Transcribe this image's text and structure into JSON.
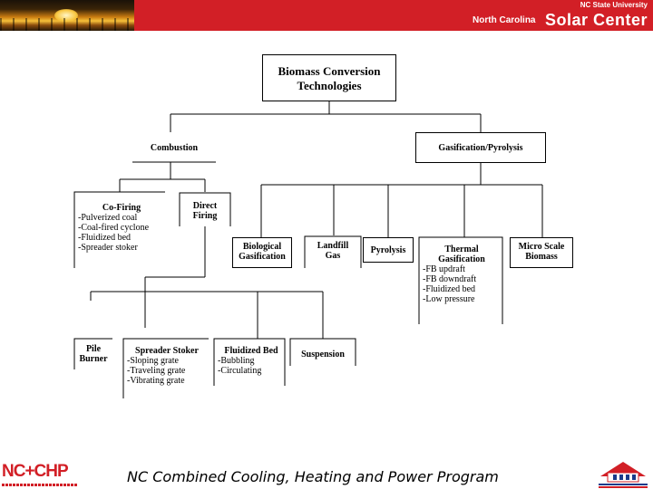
{
  "header": {
    "university": "NC State University",
    "center_prefix": "North Carolina",
    "center_name": "Solar Center"
  },
  "diagram": {
    "root": {
      "lines": [
        "Biomass Conversion",
        "Technologies"
      ]
    },
    "combustion": {
      "title": "Combustion"
    },
    "gasification": {
      "title": "Gasification/Pyrolysis"
    },
    "co_firing": {
      "title": "Co-Firing",
      "items": [
        "-Pulverized coal",
        "-Coal-fired cyclone",
        "-Fluidized bed",
        "-Spreader stoker"
      ]
    },
    "direct_firing": {
      "lines": [
        "Direct",
        "Firing"
      ]
    },
    "biological": {
      "lines": [
        "Biological",
        "Gasification"
      ]
    },
    "landfill": {
      "lines": [
        "Landfill",
        "Gas"
      ]
    },
    "pyrolysis": {
      "title": "Pyrolysis"
    },
    "thermal": {
      "lines": [
        "Thermal",
        "Gasification"
      ],
      "items": [
        "-FB updraft",
        "-FB downdraft",
        "-Fluidized bed",
        "-Low pressure"
      ]
    },
    "micro": {
      "lines": [
        "Micro Scale",
        "Biomass"
      ]
    },
    "pile": {
      "lines": [
        "Pile",
        "Burner"
      ]
    },
    "spreader": {
      "title": "Spreader Stoker",
      "items": [
        "-Sloping grate",
        "-Traveling grate",
        "-Vibrating grate"
      ]
    },
    "fluidized": {
      "title": "Fluidized Bed",
      "items": [
        "-Bubbling",
        "-Circulating"
      ]
    },
    "suspension": {
      "title": "Suspension"
    }
  },
  "footer": {
    "logo_left": "NC+CHP",
    "caption": "NC Combined Cooling, Heating and Power Program"
  },
  "colors": {
    "brand_red": "#d21f26",
    "line": "#000000"
  }
}
